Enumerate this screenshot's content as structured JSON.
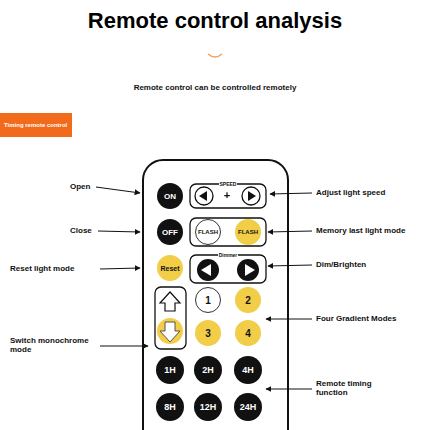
{
  "diagram": {
    "title": "Remote control analysis",
    "nodes": [
      {
        "text": [
          "Timing remote control"
        ]
      },
      {
        "text": [
          "ON"
        ]
      },
      {
        "text": [
          "OFF"
        ]
      },
      {
        "text": [
          "FLASH"
        ]
      },
      {
        "text": [
          "FLASH"
        ]
      },
      {
        "text": [
          "Reset"
        ]
      },
      {
        "text": [
          "1"
        ]
      },
      {
        "text": [
          "2"
        ]
      },
      {
        "text": [
          "3"
        ]
      },
      {
        "text": [
          "4"
        ]
      },
      {
        "text": [
          "1H"
        ]
      },
      {
        "text": [
          "2H"
        ]
      },
      {
        "text": [
          "4H"
        ]
      },
      {
        "text": [
          "8H"
        ]
      },
      {
        "text": [
          "12H"
        ]
      },
      {
        "text": [
          "24H"
        ]
      }
    ],
    "labels": [
      "Remote control can be controlled remotely",
      "Open",
      "Close",
      "Reset light mode",
      "Switch monochrome mode",
      "Adjust light speed",
      "Memory last light mode",
      "Dim/Brighten",
      "Four Gradient Modes",
      "Remote timing function",
      "SPEED",
      "+",
      "Dimmer"
    ]
  }
}
